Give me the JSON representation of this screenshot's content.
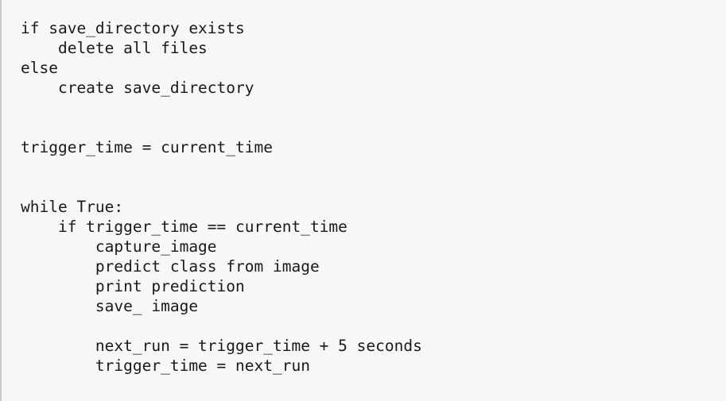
{
  "code": {
    "lines": [
      "if save_directory exists",
      "    delete all files",
      "else",
      "    create save_directory",
      "",
      "",
      "trigger_time = current_time",
      "",
      "",
      "while True:",
      "    if trigger_time == current_time",
      "        capture_image",
      "        predict class from image",
      "        print prediction",
      "        save_ image",
      "",
      "        next_run = trigger_time + 5 seconds",
      "        trigger_time = next_run"
    ]
  }
}
